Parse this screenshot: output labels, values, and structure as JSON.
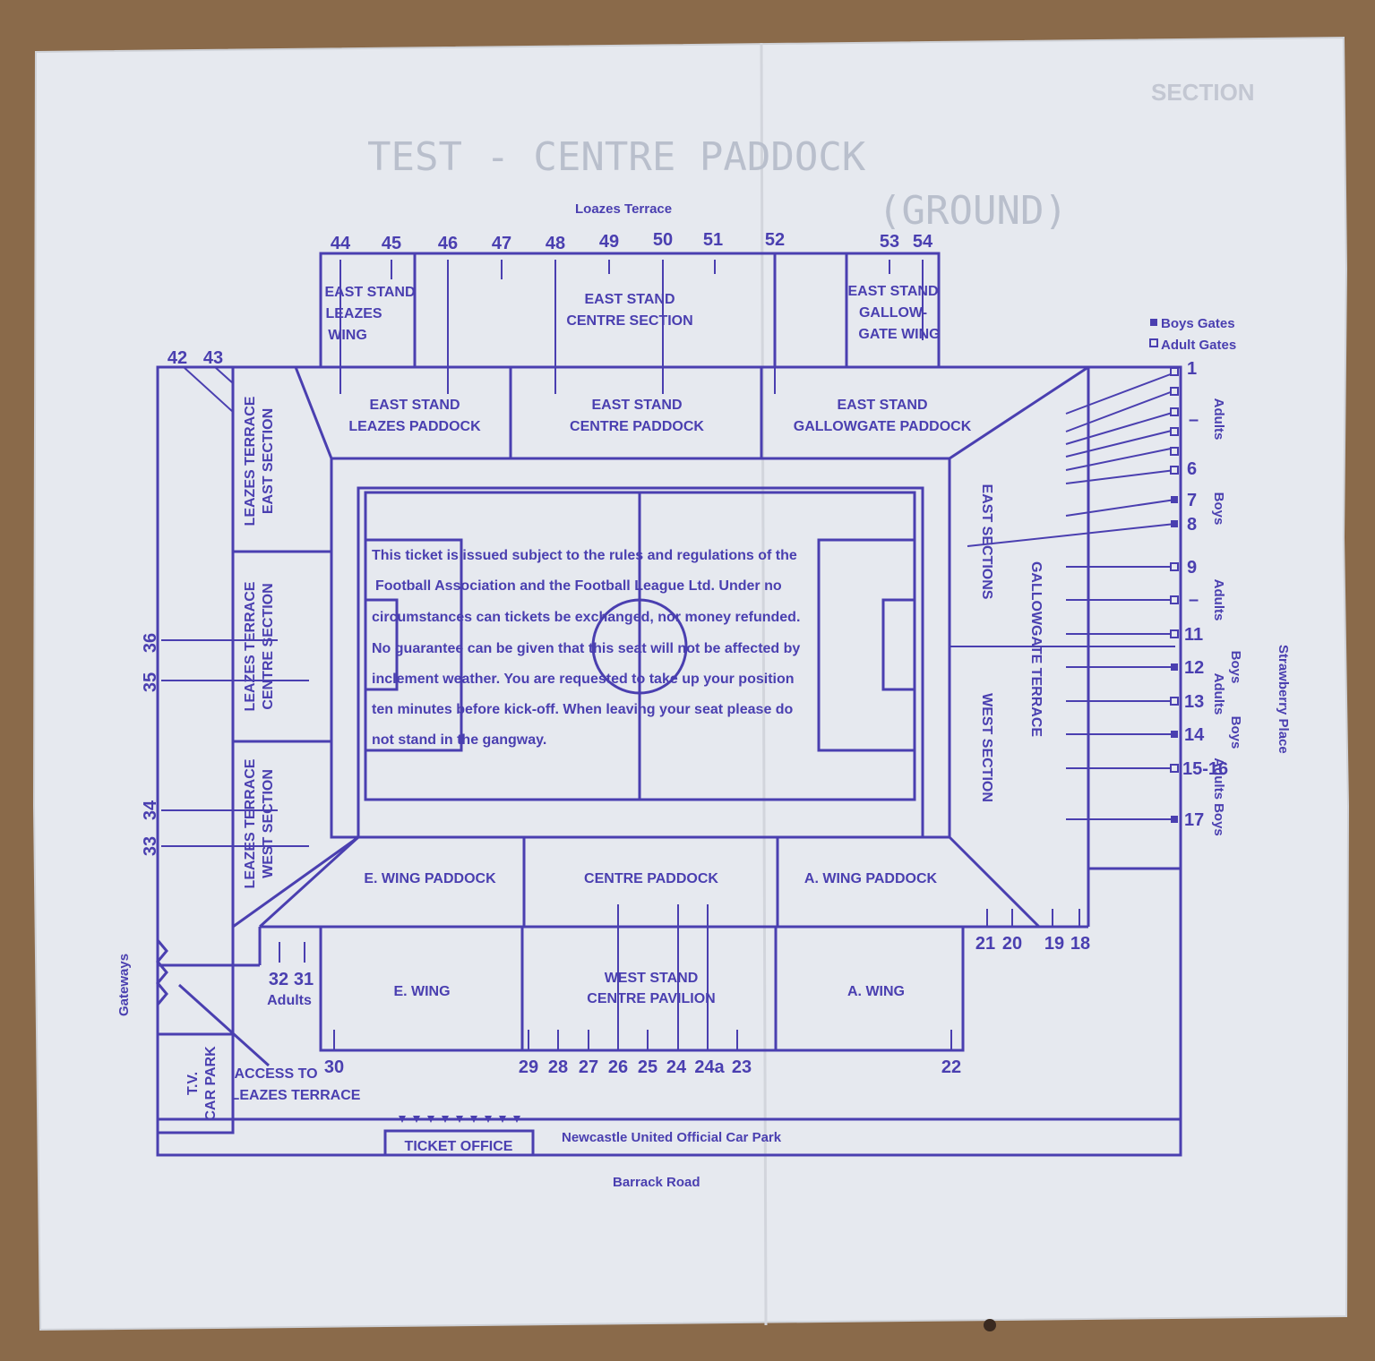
{
  "ticket": {
    "ghost_lines": [
      "TEST - CENTRE PADDOCK",
      "(GROUND)"
    ],
    "section_label": "SECTION"
  },
  "plan": {
    "roads": {
      "top": "Loazes Terrace",
      "bottom": "Barrack Road",
      "right": "Strawberry Place",
      "left": "Gateways",
      "car_park": "Newcastle United Official Car Park"
    },
    "legend": {
      "boys": "Boys Gates",
      "adults": "Adult Gates"
    },
    "areas": {
      "east_leazes_wing": [
        "EAST STAND",
        "LEAZES",
        "WING"
      ],
      "east_centre_section": [
        "EAST STAND",
        "CENTRE SECTION"
      ],
      "east_gallowgate_wing": [
        "EAST STAND",
        "GALLOW-",
        "GATE WING"
      ],
      "east_leazes_paddock": [
        "EAST STAND",
        "LEAZES PADDOCK"
      ],
      "east_centre_paddock": [
        "EAST STAND",
        "CENTRE PADDOCK"
      ],
      "east_gallowgate_paddock": [
        "EAST STAND",
        "GALLOWGATE PADDOCK"
      ],
      "leazes_east": [
        "LEAZES TERRACE",
        "EAST SECTION"
      ],
      "leazes_centre": [
        "LEAZES TERRACE",
        "CENTRE SECTION"
      ],
      "leazes_west": [
        "LEAZES TERRACE",
        "WEST SECTION"
      ],
      "gallow_east": "EAST SECTIONS",
      "gallow_terrace": "GALLOWGATE TERRACE",
      "gallow_west": "WEST SECTION",
      "e_wing_paddock": "E. WING PADDOCK",
      "centre_paddock": "CENTRE PADDOCK",
      "a_wing_paddock": "A. WING PADDOCK",
      "e_wing": "E. WING",
      "west_centre_pavilion": [
        "WEST STAND",
        "CENTRE PAVILION"
      ],
      "a_wing": "A. WING",
      "tv_car_park": [
        "T.V.",
        "CAR PARK"
      ],
      "access": [
        "ACCESS TO",
        "LEAZES TERRACE"
      ],
      "ticket_office": "TICKET OFFICE",
      "adults_note": "Adults"
    },
    "right_side_labels": {
      "adults_1": "Adults",
      "boys_1": "Boys",
      "adults_2": "Adults",
      "boys_2": "Boys",
      "adults_3": "Adults",
      "boys_3": "Boys",
      "adults_boys": "Adults Boys"
    },
    "gates": {
      "top": [
        "44",
        "45",
        "46",
        "47",
        "48",
        "49",
        "50",
        "51",
        "52",
        "53",
        "54"
      ],
      "left_top": [
        "42",
        "43"
      ],
      "left_side": [
        "36",
        "35",
        "34",
        "33"
      ],
      "right": [
        "1",
        "–",
        "6",
        "7",
        "8",
        "9",
        "–",
        "11",
        "12",
        "13",
        "14",
        "15-16",
        "17"
      ],
      "right_mid": [
        "21",
        "20",
        "19",
        "18"
      ],
      "bottom_left": [
        "32",
        "31"
      ],
      "bottom": [
        "30",
        "29",
        "28",
        "27",
        "26",
        "25",
        "24",
        "24a",
        "23",
        "22"
      ]
    },
    "notice": [
      "This ticket is issued subject to the rules and regulations of the",
      "Football Association and the Football League Ltd. Under no",
      "circumstances can tickets be exchanged, nor money refunded.",
      "No guarantee can be given that this seat will not be affected by",
      "inclement weather. You are requested to take up your position",
      "ten minutes before kick-off. When leaving your seat please do",
      "not stand in the gangway."
    ]
  }
}
